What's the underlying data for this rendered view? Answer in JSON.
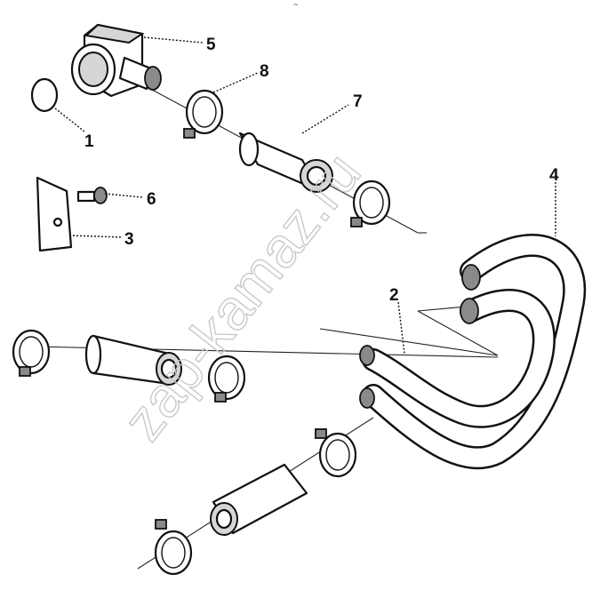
{
  "callouts": {
    "c1": "1",
    "c2": "2",
    "c3": "3",
    "c4": "4",
    "c5": "5",
    "c6": "6",
    "c7": "7",
    "c8": "8"
  },
  "watermark": "zap-kamaz.ru",
  "top_mark": "~"
}
